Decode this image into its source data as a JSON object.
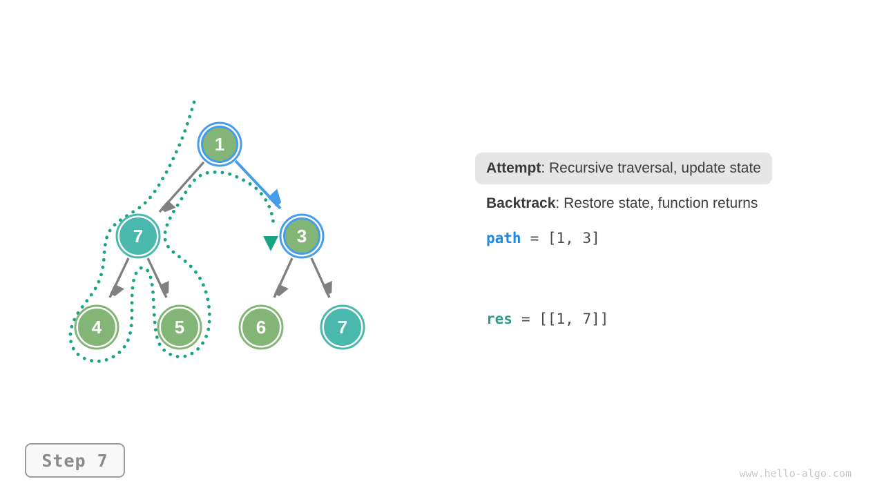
{
  "diagram": {
    "title": "binary-tree-backtracking-visualization",
    "colors": {
      "edge": "#808080",
      "active_edge": "#459ceb",
      "trail": "#17a483",
      "node_green": "#83b577",
      "node_teal": "#4ab8ad",
      "highlight_ring_blue": "#459ceb"
    },
    "nodes": {
      "n1": {
        "value": "1",
        "fill": "#83b577",
        "ring": "#459ceb",
        "inner": "#459ceb"
      },
      "n7l": {
        "value": "7",
        "fill": "#4ab8ad",
        "ring": "#4ab8ad",
        "inner": "#4ab8ad"
      },
      "n3": {
        "value": "3",
        "fill": "#83b577",
        "ring": "#459ceb",
        "inner": "#459ceb"
      },
      "n4": {
        "value": "4",
        "fill": "#83b577",
        "ring": "#83b577",
        "inner": "#83b577"
      },
      "n5": {
        "value": "5",
        "fill": "#83b577",
        "ring": "#83b577",
        "inner": "#83b577"
      },
      "n6": {
        "value": "6",
        "fill": "#83b577",
        "ring": "#83b577",
        "inner": "#83b577"
      },
      "n7r": {
        "value": "7",
        "fill": "#4ab8ad",
        "ring": "#4ab8ad",
        "inner": "#4ab8ad"
      }
    }
  },
  "panel": {
    "attempt_label": "Attempt",
    "attempt_text": ": Recursive traversal, update state",
    "backtrack_label": "Backtrack",
    "backtrack_text": ": Restore state, function returns",
    "path_var": "path",
    "path_value": "= [1, 3]",
    "res_var": "res",
    "res_value": "= [[1, 7]]"
  },
  "step_indicator": {
    "label": "Step 7"
  },
  "footer": {
    "watermark": "www.hello-algo.com"
  }
}
